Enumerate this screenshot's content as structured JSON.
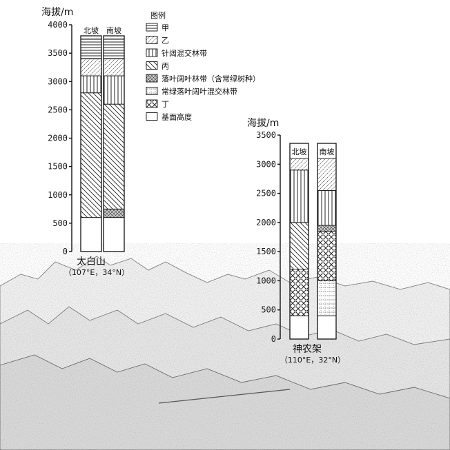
{
  "legend": {
    "title": "图例",
    "items": [
      {
        "key": "jia",
        "label": "甲"
      },
      {
        "key": "yi",
        "label": "乙"
      },
      {
        "key": "zhenkuo",
        "label": "针阔混交林带"
      },
      {
        "key": "bing",
        "label": "丙"
      },
      {
        "key": "luoye",
        "label": "落叶阔叶林带（含常绿树种）"
      },
      {
        "key": "changlv",
        "label": "常绿落叶阔叶混交林带"
      },
      {
        "key": "ding",
        "label": "丁"
      },
      {
        "key": "jimian",
        "label": "基面高度"
      }
    ]
  },
  "chart_data": [
    {
      "type": "bar",
      "name": "太白山",
      "coords": "（107°E，34°N）",
      "ylabel": "海拔/m",
      "ylim": [
        0,
        4000
      ],
      "yticks": [
        0,
        500,
        1000,
        1500,
        2000,
        2500,
        3000,
        3500,
        4000
      ],
      "columns": [
        {
          "label": "北坡",
          "segments": [
            {
              "type": "jimian",
              "from": 0,
              "to": 600
            },
            {
              "type": "bing",
              "from": 600,
              "to": 2800
            },
            {
              "type": "zhenkuo",
              "from": 2800,
              "to": 3100
            },
            {
              "type": "yi",
              "from": 3100,
              "to": 3400
            },
            {
              "type": "jia",
              "from": 3400,
              "to": 3750
            }
          ]
        },
        {
          "label": "南坡",
          "segments": [
            {
              "type": "jimian",
              "from": 0,
              "to": 600
            },
            {
              "type": "luoye",
              "from": 600,
              "to": 750
            },
            {
              "type": "bing",
              "from": 750,
              "to": 2600
            },
            {
              "type": "zhenkuo",
              "from": 2600,
              "to": 3100
            },
            {
              "type": "yi",
              "from": 3100,
              "to": 3400
            },
            {
              "type": "jia",
              "from": 3400,
              "to": 3750
            }
          ]
        }
      ]
    },
    {
      "type": "bar",
      "name": "神农架",
      "coords": "（110°E，32°N）",
      "ylabel": "海拔/m",
      "ylim": [
        0,
        3500
      ],
      "yticks": [
        0,
        500,
        1000,
        1500,
        2000,
        2500,
        3000,
        3500
      ],
      "columns": [
        {
          "label": "北坡",
          "segments": [
            {
              "type": "jimian",
              "from": 0,
              "to": 400
            },
            {
              "type": "ding",
              "from": 400,
              "to": 1200
            },
            {
              "type": "bing",
              "from": 1200,
              "to": 2000
            },
            {
              "type": "zhenkuo",
              "from": 2000,
              "to": 2900
            },
            {
              "type": "yi",
              "from": 2900,
              "to": 3100
            }
          ]
        },
        {
          "label": "南坡",
          "segments": [
            {
              "type": "jimian",
              "from": 0,
              "to": 400
            },
            {
              "type": "changlv",
              "from": 400,
              "to": 1000
            },
            {
              "type": "ding",
              "from": 1000,
              "to": 1850
            },
            {
              "type": "luoye",
              "from": 1850,
              "to": 1950
            },
            {
              "type": "zhenkuo",
              "from": 1950,
              "to": 2550
            },
            {
              "type": "yi",
              "from": 2550,
              "to": 3100
            }
          ]
        }
      ]
    }
  ]
}
